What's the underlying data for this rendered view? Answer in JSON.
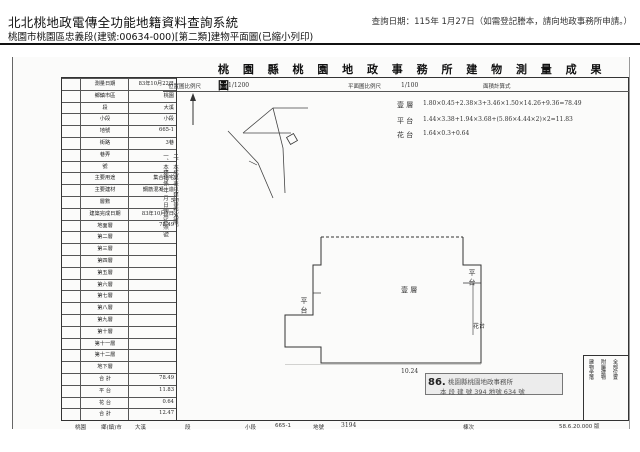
{
  "header": {
    "site_title": "北北桃地政電傳全功能地籍資料查詢系統",
    "query_date": "查詢日期：115年 1月27日（如需登記謄本，請向地政事務所申請。）",
    "subtitle": "桃園市桃園區忠義段(建號:00634-000)[第二類]建物平面圖(已縮小列印)"
  },
  "sheet": {
    "title": "桃 園 縣 桃 園 地 政 事 務 所 建 物 測 量 成 果 圖",
    "location_label": "位置圖比例尺",
    "location_scale": "1/1200",
    "plan_label": "平面圖比例尺",
    "plan_scale": "1/100",
    "area_calc_label": "面積計算式",
    "area_lines": [
      {
        "label": "壹 層",
        "formula": "1.80×0.45+2.38×3+3.46×1.50×14.26+9.36=78.49"
      },
      {
        "label": "平 台",
        "formula": "1.44×3.38+1.94×3.68+(5.86×4.44×2)×2=11.83"
      },
      {
        "label": "花 台",
        "formula": "1.64×0.3+0.64"
      }
    ],
    "plan_labels": {
      "floor": "壹 層",
      "terrace": "平 台",
      "terrace_left": "平 台",
      "flower": "花台",
      "width_dim": "10.24"
    },
    "notes": [
      "一、本建物係 年 月 日使用執照 號",
      "二、本成果表以建物登記為限。"
    ],
    "plot_sign": "地號",
    "plot_number": "3194"
  },
  "table": {
    "rows": [
      {
        "label": "測量日期",
        "value": "83年10月22日"
      },
      {
        "label": "鄉鎮市區",
        "value": "桃園"
      },
      {
        "label": "段",
        "value": "大溪"
      },
      {
        "label": "小段",
        "value": "小段"
      },
      {
        "label": "地號",
        "value": "665-1"
      },
      {
        "label": "街路",
        "value": "3巷"
      },
      {
        "label": "巷弄",
        "value": ""
      },
      {
        "label": "號",
        "value": ""
      },
      {
        "label": "主要用途",
        "value": "集合住宅"
      },
      {
        "label": "主要建材",
        "value": "鋼筋混凝土造"
      },
      {
        "label": "層數",
        "value": "5"
      },
      {
        "label": "建築完成日期",
        "value": "83年10月7日"
      },
      {
        "label": "地面層",
        "value": "78.49"
      },
      {
        "label": "第二層",
        "value": ""
      },
      {
        "label": "第三層",
        "value": ""
      },
      {
        "label": "第四層",
        "value": ""
      },
      {
        "label": "第五層",
        "value": ""
      },
      {
        "label": "第六層",
        "value": ""
      },
      {
        "label": "第七層",
        "value": ""
      },
      {
        "label": "第八層",
        "value": ""
      },
      {
        "label": "第九層",
        "value": ""
      },
      {
        "label": "第十層",
        "value": ""
      },
      {
        "label": "第十一層",
        "value": ""
      },
      {
        "label": "第十二層",
        "value": ""
      },
      {
        "label": "地下層",
        "value": ""
      },
      {
        "label": "合 計",
        "value": "78.49"
      },
      {
        "label": "平 台",
        "value": "11.83"
      },
      {
        "label": "花 台",
        "value": "0.64"
      },
      {
        "label": "合 計",
        "value": "12.47"
      }
    ]
  },
  "footer": {
    "stamp_number": "86.",
    "stamp_text": "桃園縣桃園地政事務所",
    "stamp_text2": "本 段 建 號 394 地號 634 號",
    "bottom_labels": [
      "桃園",
      "鄉(鎮)市",
      "大溪",
      "段",
      "小段",
      "665-1",
      "地號",
      "3194",
      "棟次"
    ],
    "right_strip": [
      "建物坐落",
      "附屬建物",
      "全部位置"
    ],
    "version": "58.6.20.000 版"
  }
}
